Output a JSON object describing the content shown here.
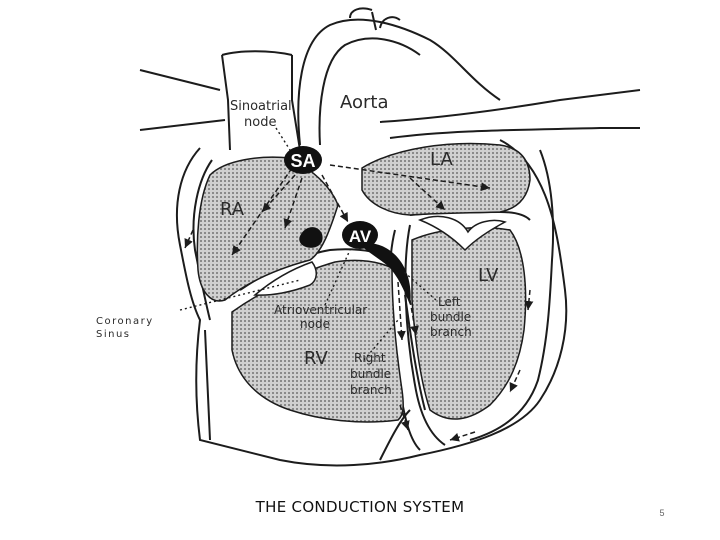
{
  "slide": {
    "caption": "THE CONDUCTION SYSTEM",
    "page_number": "5"
  },
  "diagram": {
    "labels": {
      "sa_node_callout": [
        "Sinoatrial",
        "node"
      ],
      "aorta": "Aorta",
      "sa": "SA",
      "av": "AV",
      "la": "LA",
      "ra": "RA",
      "lv": "LV",
      "rv": "RV",
      "coronary_sinus": [
        "Coronary",
        "Sinus"
      ],
      "av_node_callout": [
        "Atrioventricular",
        "node"
      ],
      "left_bundle": [
        "Left",
        "bundle",
        "branch"
      ],
      "right_bundle": [
        "Right",
        "bundle",
        "branch"
      ]
    },
    "colors": {
      "line": "#1c1c1c",
      "chamber_fill": "#bdbdbd",
      "node_fill": "#111111",
      "node_text": "#ffffff"
    }
  }
}
